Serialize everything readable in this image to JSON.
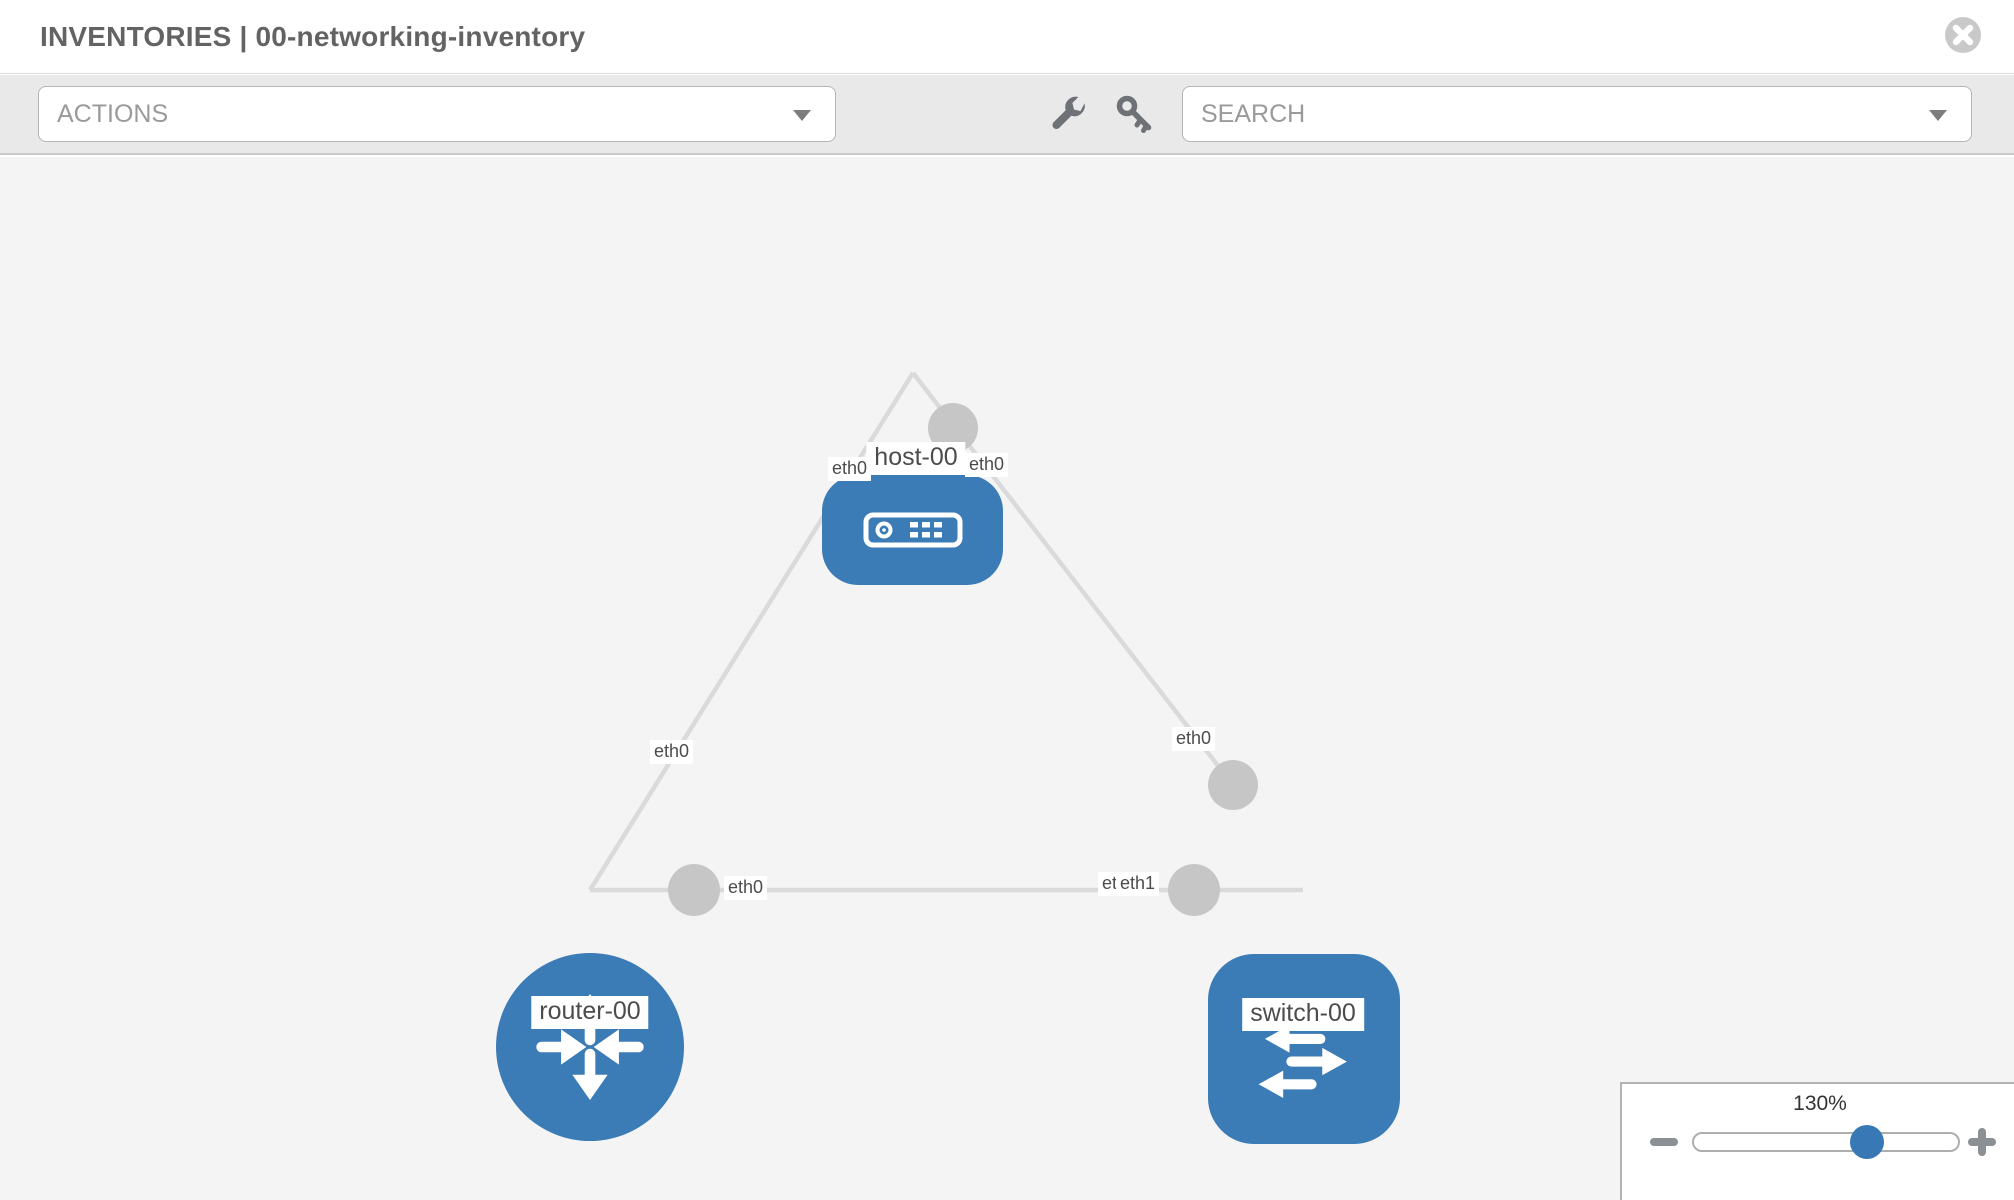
{
  "header": {
    "title": "INVENTORIES | 00-networking-inventory",
    "close_icon": "close-icon"
  },
  "toolbar": {
    "actions_label": "ACTIONS",
    "search_label": "SEARCH",
    "icons": [
      "wrench-icon",
      "key-icon"
    ]
  },
  "topology": {
    "nodes": [
      {
        "id": "host-00",
        "type": "host",
        "label": "host-00"
      },
      {
        "id": "router-00",
        "type": "router",
        "label": "router-00"
      },
      {
        "id": "switch-00",
        "type": "switch",
        "label": "switch-00"
      }
    ],
    "links": [
      {
        "source": "host-00",
        "target": "router-00",
        "source_interface": "eth0",
        "target_interface": "eth0"
      },
      {
        "source": "host-00",
        "target": "switch-00",
        "source_interface": "eth0",
        "target_interface": "eth0"
      },
      {
        "source": "router-00",
        "target": "switch-00",
        "source_interface": "eth0",
        "target_interface": "eth1"
      }
    ],
    "interface_labels": [
      "eth0",
      "eth0",
      "eth0",
      "eth0",
      "eth0",
      "eth0",
      "eth1"
    ]
  },
  "zoom_control": {
    "value": "130%",
    "minus_icon": "zoom-out-icon",
    "plus_icon": "zoom-in-icon"
  },
  "colors": {
    "node_blue": "#3b7bb6",
    "port_gray": "#c6c6c6",
    "edge_gray": "#dadada",
    "canvas_bg": "#f4f4f4",
    "toolbar_bg": "#e9e9e9",
    "slider_thumb_blue": "#3878b5"
  }
}
